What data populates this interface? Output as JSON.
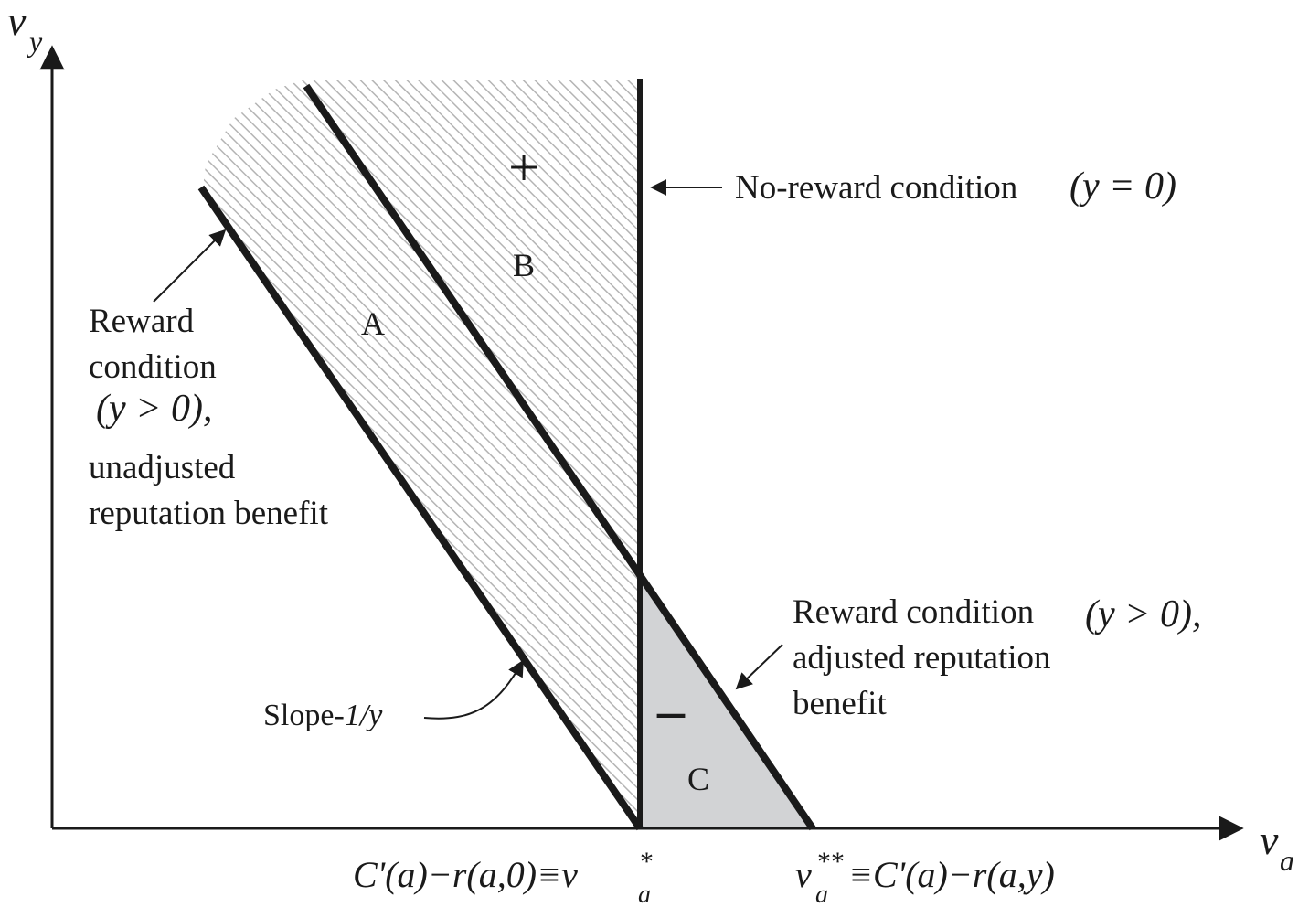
{
  "axes": {
    "y_var": "v",
    "y_sub": "y",
    "x_var": "v",
    "x_sub": "a"
  },
  "regions": {
    "a": "A",
    "b": "B",
    "c": "C",
    "plus": "+",
    "minus": "–"
  },
  "no_reward": {
    "text": "No-reward condition",
    "cond": "(y = 0)"
  },
  "reward_unadjusted": {
    "line1": "Reward",
    "line2": "condition",
    "cond": "(y > 0),",
    "line4": "unadjusted",
    "line5": "reputation benefit"
  },
  "reward_adjusted": {
    "line1": "Reward condition",
    "cond": "(y > 0),",
    "line2": "adjusted reputation",
    "line3": "benefit"
  },
  "slope": {
    "prefix": "Slope-",
    "value": "1/y"
  },
  "x_labels": {
    "left_expr": "C'(a)−r(a,0)≡v",
    "left_sub": "a",
    "left_sup": "*",
    "right_var": "v",
    "right_sub": "a",
    "right_sup": "**",
    "right_expr": "≡C'(a)−r(a,y)"
  }
}
